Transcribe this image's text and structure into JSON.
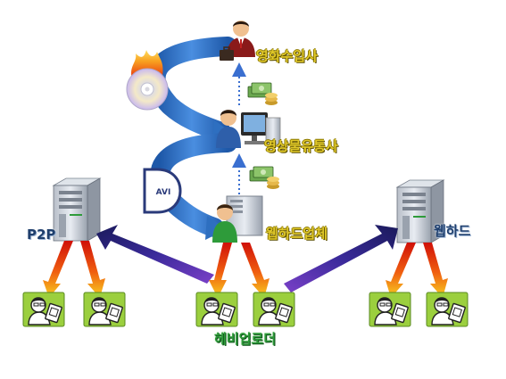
{
  "nodes": {
    "importer": {
      "label": "영화수입사"
    },
    "distributor": {
      "label": "영상물유통사"
    },
    "webhard_company": {
      "label": "웹하드업체"
    },
    "p2p": {
      "label": "P2P"
    },
    "webhard": {
      "label": "웹하드"
    },
    "uploader": {
      "label": "헤비업로더"
    }
  },
  "icons": {
    "dvd": "dvd-disc-icon",
    "avi": "avi-file-icon",
    "money": "money-stack-icon",
    "server": "server-tower-icon",
    "user": "downloader-icon"
  },
  "colors": {
    "flow_arc": "#2e6fc0",
    "upload_arrow": "#3a2a9a",
    "download_arrow": "#e03010",
    "dotted_arrow": "#3a6fd0",
    "user_tile": "#9bcf3e",
    "label_yellow": "#e0c82a",
    "label_green": "#2e9b3a",
    "label_blue": "#1f3f6d"
  }
}
